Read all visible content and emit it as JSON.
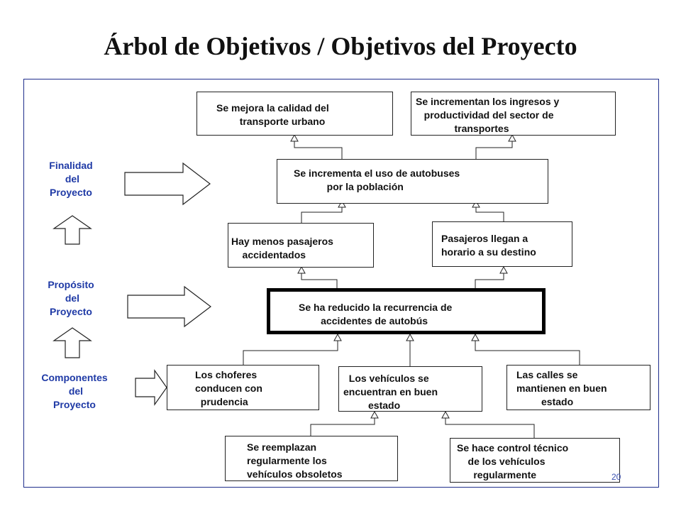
{
  "title": "Árbol de Objetivos / Objetivos del Proyecto",
  "page_number": "20",
  "side_labels": {
    "finalidad": "Finalidad\n del\nProyecto",
    "proposito": "Propósito\n del\nProyecto",
    "componentes": "Componentes\n del\nProyecto"
  },
  "boxes": {
    "fin_calidad": "Se mejora la calidad del\n       transporte urbano",
    "fin_ingresos": "Se incrementan los ingresos y\n   productividad del sector de\n              transportes",
    "uso_autobuses": "Se incrementa el uso de autobuses\n            por la población",
    "menos_accidentados": "Hay menos pasajeros\n    accidentados",
    "llegan_horario": "Pasajeros llegan a\nhorario a su destino",
    "proposito": "Se ha reducido la recurrencia de\n        accidentes de autobús",
    "choferes": "Los choferes\nconducen con\n  prudencia",
    "vehiculos_estado": "  Los vehículos se\nencuentran en buen\n         estado",
    "calles": "Las calles se\nmantienen en buen\n         estado",
    "reemplazan": "Se reemplazan\nregularmente los\nvehículos obsoletos",
    "control_tecnico": "Se hace control técnico\n    de los vehículos\n      regularmente"
  },
  "colors": {
    "side_label": "#1f3aa6",
    "frame": "#1f2e8c",
    "title": "#111111"
  }
}
